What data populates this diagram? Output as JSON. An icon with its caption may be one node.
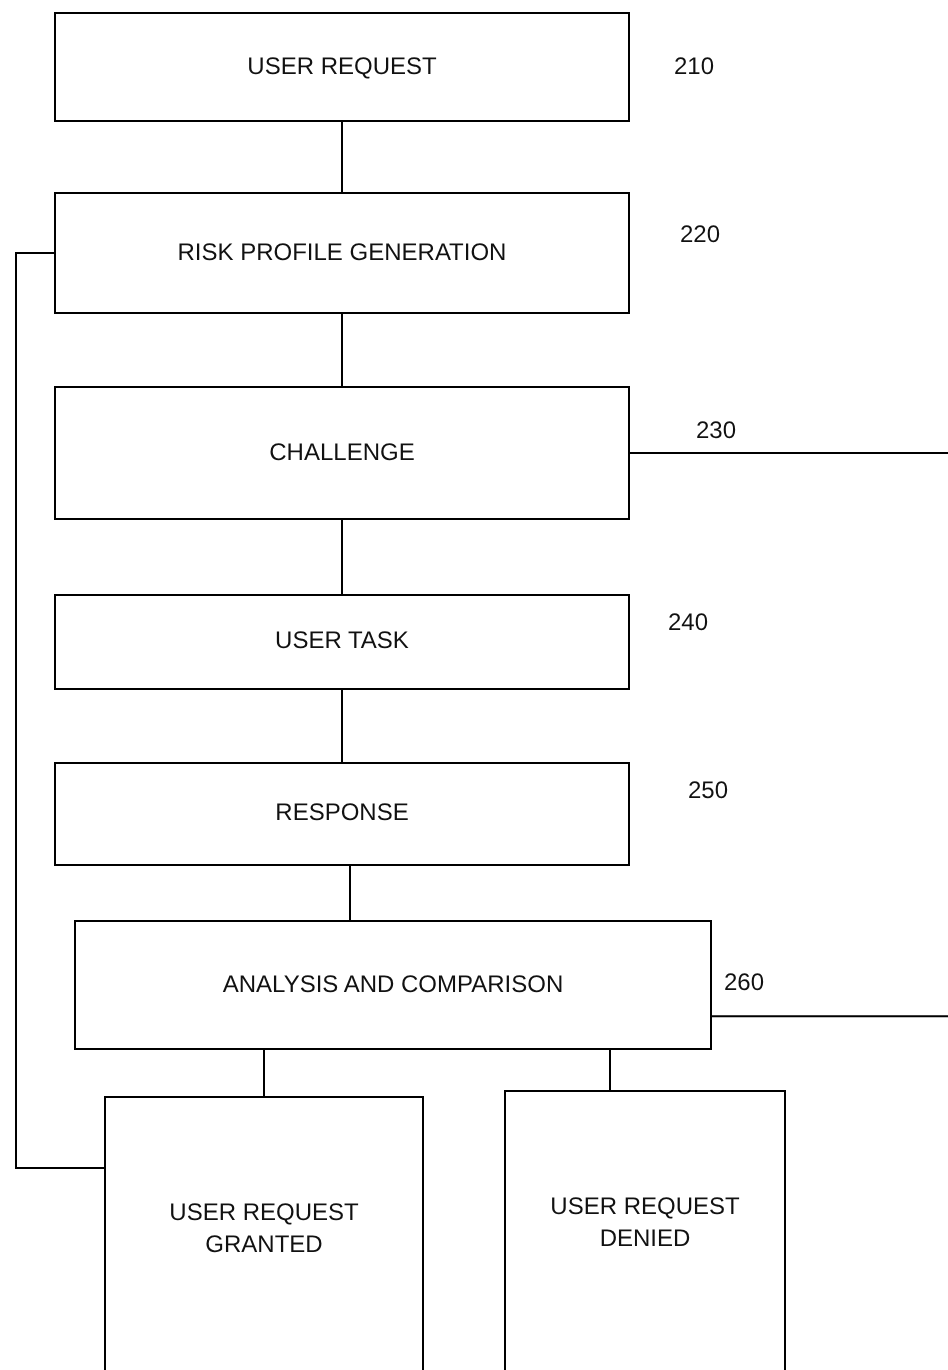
{
  "diagram": {
    "nodes": [
      {
        "text": [
          "USER REQUEST"
        ],
        "beside": [
          "210"
        ]
      },
      {
        "text": [
          "RISK PROFILE GENERATION"
        ],
        "beside": [
          "220"
        ]
      },
      {
        "text": [
          "CHALLENGE"
        ],
        "beside": [
          "230"
        ]
      },
      {
        "text": [
          "USER TASK"
        ],
        "beside": [
          "240"
        ]
      },
      {
        "text": [
          "RESPONSE"
        ],
        "beside": [
          "250"
        ]
      },
      {
        "text": [
          "ANALYSIS AND COMPARISON"
        ],
        "beside": [
          "260"
        ]
      },
      {
        "text": [
          "USER REQUEST GRANTED"
        ]
      },
      {
        "text": [
          "USER REQUEST DENIED"
        ]
      }
    ],
    "edges": [
      {
        "from": 0,
        "to": 1,
        "arrow": "none"
      },
      {
        "from": 1,
        "to": 2,
        "arrow": "none"
      },
      {
        "from": 2,
        "to": 3,
        "arrow": "none"
      },
      {
        "from": 3,
        "to": 4,
        "arrow": "none"
      },
      {
        "from": 4,
        "to": 5,
        "arrow": "none"
      },
      {
        "from": 5,
        "to": 6,
        "arrow": "none"
      },
      {
        "from": 5,
        "to": 7,
        "arrow": "none"
      },
      {
        "from": 6,
        "to": 1,
        "arrow": "none"
      },
      {
        "from": 2,
        "to": null,
        "arrow": "none"
      },
      {
        "from": 5,
        "to": null,
        "arrow": "none"
      }
    ]
  }
}
